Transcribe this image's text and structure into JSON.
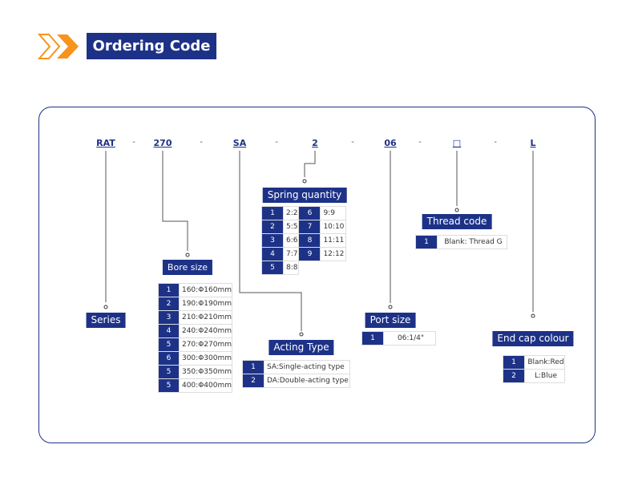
{
  "header": {
    "title": "Ordering Code",
    "icon": "double-chevron-icon",
    "accent": "#f7941d",
    "brand": "#1d3287"
  },
  "code": {
    "parts": [
      "RAT",
      "270",
      "SA",
      "2",
      "06",
      "□",
      "L"
    ],
    "separators": [
      "-",
      "-",
      "-",
      "-",
      "-",
      "-"
    ]
  },
  "series": {
    "label": "Series"
  },
  "bore": {
    "label": "Bore size",
    "rows": [
      {
        "n": "1",
        "v": "160:Φ160mm"
      },
      {
        "n": "2",
        "v": "190:Φ190mm"
      },
      {
        "n": "3",
        "v": "210:Φ210mm"
      },
      {
        "n": "4",
        "v": "240:Φ240mm"
      },
      {
        "n": "5",
        "v": "270:Φ270mm"
      },
      {
        "n": "6",
        "v": "300:Φ300mm"
      },
      {
        "n": "5",
        "v": "350:Φ350mm"
      },
      {
        "n": "5",
        "v": "400:Φ400mm"
      }
    ]
  },
  "acting": {
    "label": "Acting Type",
    "rows": [
      {
        "n": "1",
        "v": "SA:Single-acting type"
      },
      {
        "n": "2",
        "v": "DA:Double-acting type"
      }
    ]
  },
  "spring": {
    "label": "Spring quantity",
    "rows": [
      {
        "n1": "1",
        "v1": "2:2",
        "n2": "6",
        "v2": "9:9"
      },
      {
        "n1": "2",
        "v1": "5:5",
        "n2": "7",
        "v2": "10:10"
      },
      {
        "n1": "3",
        "v1": "6:6",
        "n2": "8",
        "v2": "11:11"
      },
      {
        "n1": "4",
        "v1": "7:7",
        "n2": "9",
        "v2": "12:12"
      },
      {
        "n1": "5",
        "v1": "8:8",
        "n2": "",
        "v2": ""
      }
    ]
  },
  "port": {
    "label": "Port size",
    "rows": [
      {
        "n": "1",
        "v": "06:1/4\""
      }
    ]
  },
  "thread": {
    "label": "Thread code",
    "rows": [
      {
        "n": "1",
        "v": "Blank: Thread G"
      }
    ]
  },
  "endcap": {
    "label": "End cap colour",
    "rows": [
      {
        "n": "1",
        "v": "Blank:Red"
      },
      {
        "n": "2",
        "v": "L:Blue"
      }
    ]
  }
}
